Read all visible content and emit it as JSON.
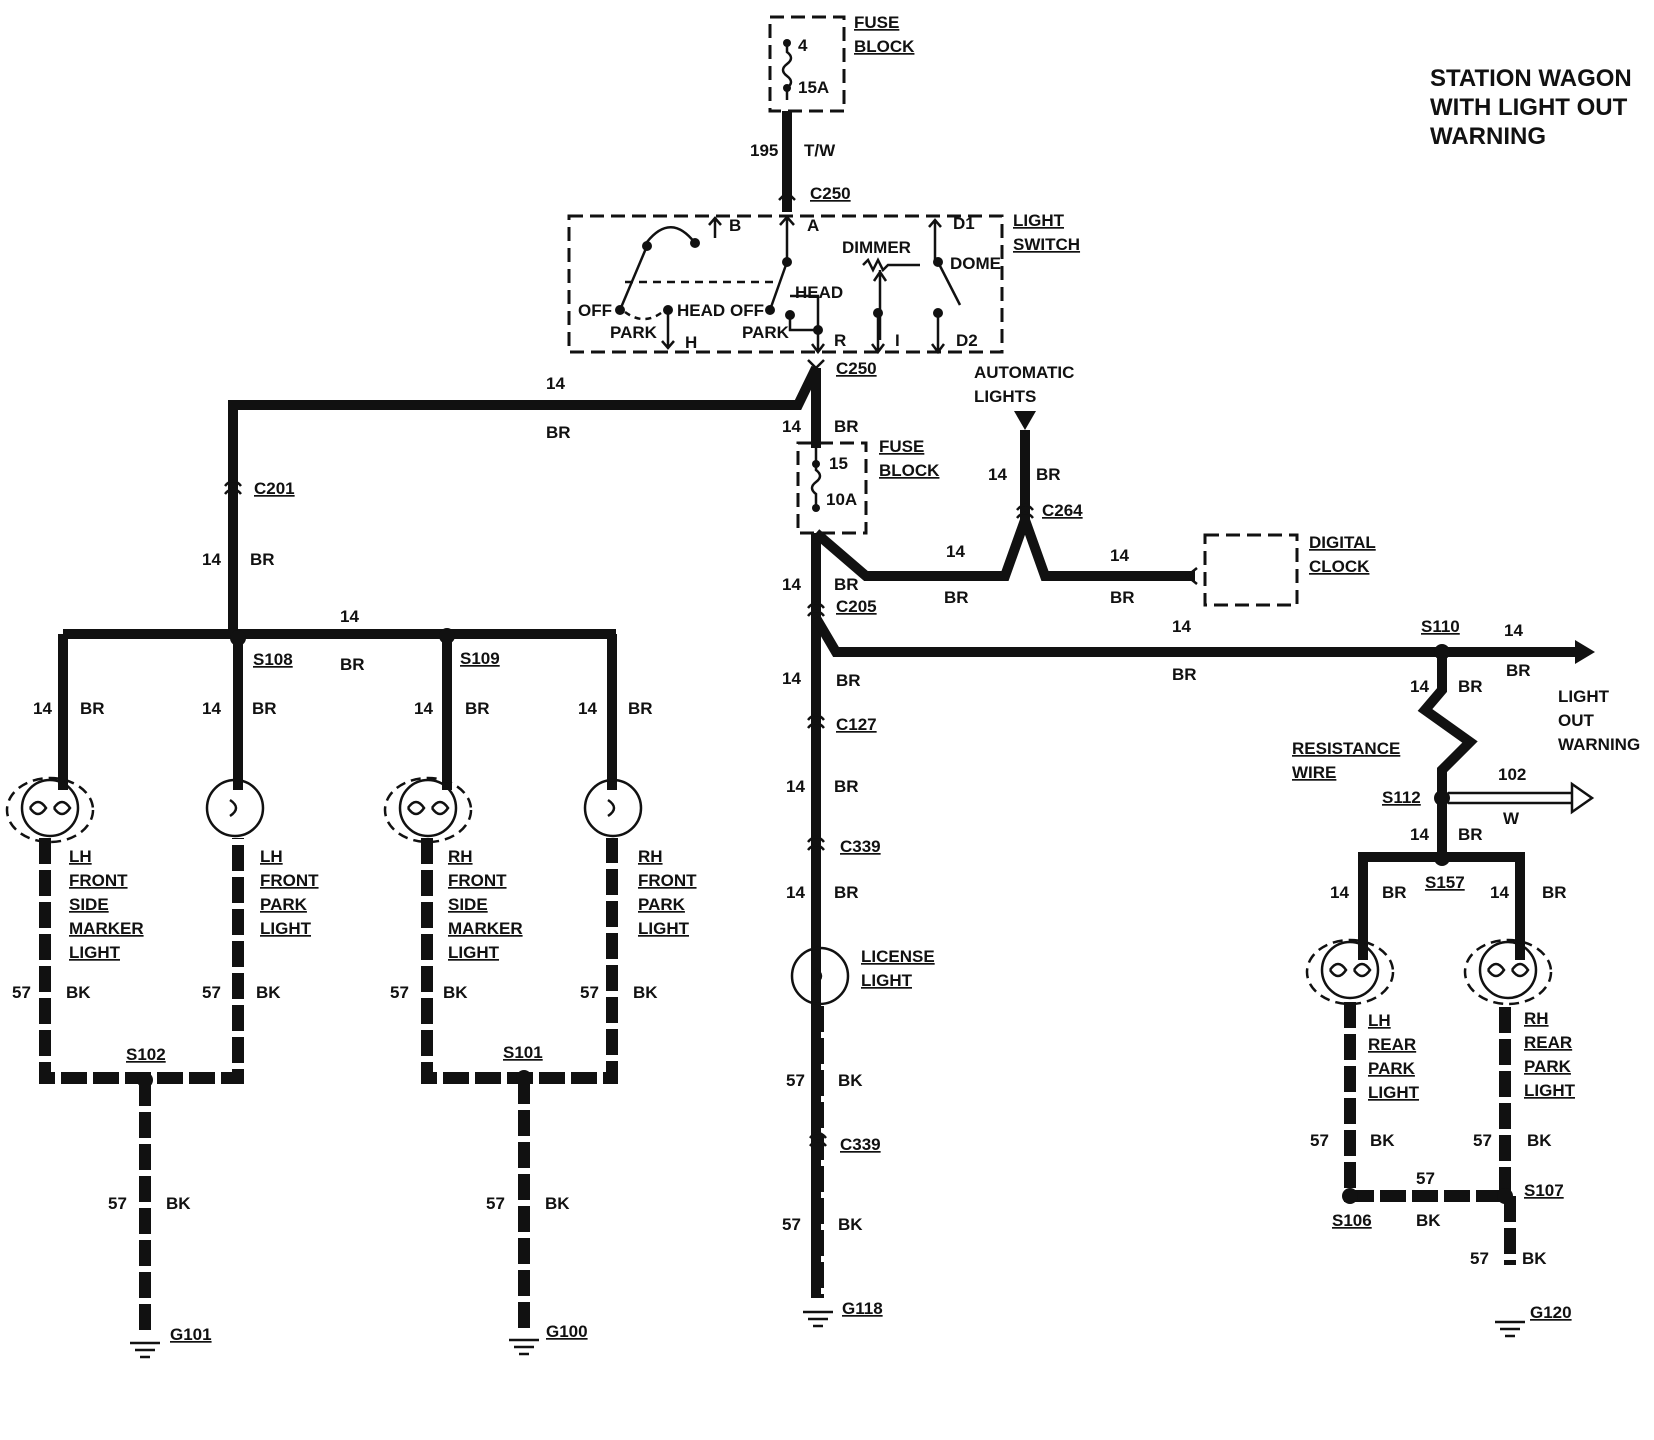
{
  "title": {
    "line1": "STATION WAGON",
    "line2": "WITH LIGHT OUT",
    "line3": "WARNING"
  },
  "fuse_block_top": {
    "label1": "FUSE",
    "label2": "BLOCK",
    "cavity": "4",
    "rating": "15A"
  },
  "fuse_block_mid": {
    "label1": "FUSE",
    "label2": "BLOCK",
    "cavity": "15",
    "rating": "10A"
  },
  "light_switch": {
    "label1": "LIGHT",
    "label2": "SWITCH",
    "terminals": {
      "a": "A",
      "b": "B",
      "d1": "D1",
      "d2": "D2",
      "h": "H",
      "r": "R",
      "i": "I"
    },
    "positions": {
      "off1": "OFF",
      "park1": "PARK",
      "head1": "HEAD",
      "off2": "OFF",
      "park2": "PARK",
      "head2": "HEAD",
      "dimmer": "DIMMER",
      "dome": "DOME"
    }
  },
  "automatic_lights": {
    "line1": "AUTOMATIC",
    "line2": "LIGHTS"
  },
  "digital_clock": {
    "line1": "DIGITAL",
    "line2": "CLOCK"
  },
  "light_out_warning": {
    "line1": "LIGHT",
    "line2": "OUT",
    "line3": "WARNING"
  },
  "resistance_wire": {
    "line1": "RESISTANCE",
    "line2": "WIRE"
  },
  "connectors": {
    "c250a": "C250",
    "c250b": "C250",
    "c201": "C201",
    "c264": "C264",
    "c205": "C205",
    "c127": "C127",
    "c339a": "C339",
    "c339b": "C339"
  },
  "splices": {
    "s108": "S108",
    "s109": "S109",
    "s110": "S110",
    "s112": "S112",
    "s157": "S157",
    "s102": "S102",
    "s101": "S101",
    "s106": "S106",
    "s107": "S107"
  },
  "grounds": {
    "g101": "G101",
    "g100": "G100",
    "g118": "G118",
    "g120": "G120"
  },
  "circuits": {
    "c195": "195",
    "tw": "T/W",
    "n14": "14",
    "br": "BR",
    "n57": "57",
    "bk": "BK",
    "n102": "102",
    "w": "W"
  },
  "components": {
    "lh_side_marker": [
      "LH",
      "FRONT",
      "SIDE",
      "MARKER",
      "LIGHT"
    ],
    "lh_front_park": [
      "LH",
      "FRONT",
      "PARK",
      "LIGHT"
    ],
    "rh_side_marker": [
      "RH",
      "FRONT",
      "SIDE",
      "MARKER",
      "LIGHT"
    ],
    "rh_front_park": [
      "RH",
      "FRONT",
      "PARK",
      "LIGHT"
    ],
    "license": [
      "LICENSE",
      "LIGHT"
    ],
    "lh_rear_park": [
      "LH",
      "REAR",
      "PARK",
      "LIGHT"
    ],
    "rh_rear_park": [
      "RH",
      "REAR",
      "PARK",
      "LIGHT"
    ]
  }
}
